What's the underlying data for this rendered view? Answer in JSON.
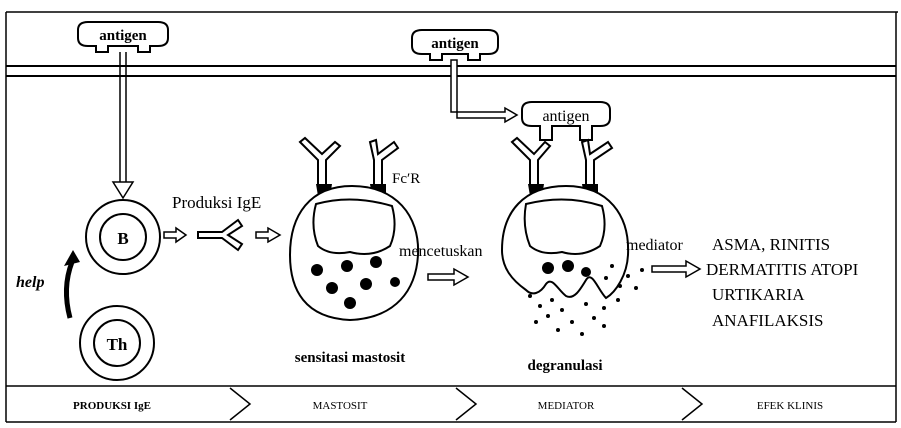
{
  "diagram": {
    "antigen_labels": [
      "antigen",
      "antigen",
      "antigen"
    ],
    "cell_b": "B",
    "cell_th": "Th",
    "help_label": "help",
    "produksi_label": "Produksi IgE",
    "fcr_label": "FcʹR",
    "sensitasi_label": "sensitasi mastosit",
    "mencetuskan_label": "mencetuskan",
    "degranulasi_label": "degranulasi",
    "mediator_label": "mediator",
    "effects": [
      "ASMA, RINITIS",
      "DERMATITIS ATOPI",
      "URTIKARIA",
      "ANAFILAKSIS"
    ]
  },
  "stages": [
    "PRODUKSI IgE",
    "MASTOSIT",
    "MEDIATOR",
    "EFEK KLINIS"
  ]
}
